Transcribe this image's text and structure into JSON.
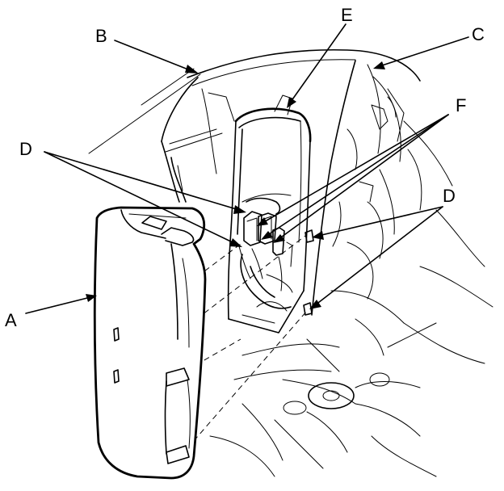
{
  "diagram": {
    "callouts": {
      "a": "A",
      "b": "B",
      "c": "C",
      "d_left": "D",
      "d_right": "D",
      "e": "E",
      "f": "F"
    }
  }
}
